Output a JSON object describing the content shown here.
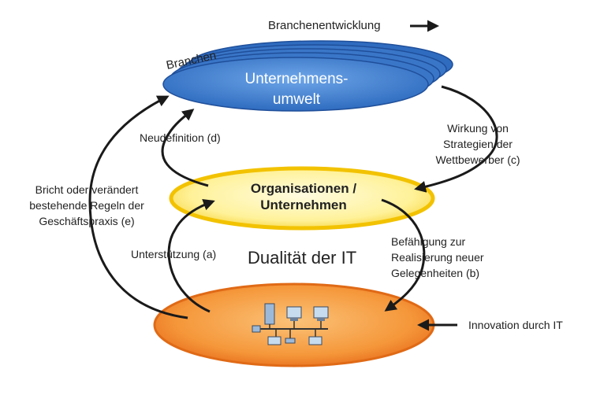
{
  "labels": {
    "industry_development": "Branchenentwicklung",
    "industries": "Branchen",
    "environment_line1": "Unternehmens-",
    "environment_line2": "umwelt",
    "redefinition": "Neudefinition (d)",
    "competitor_line1": "Wirkung von",
    "competitor_line2": "Strategien der",
    "competitor_line3": "Wettbewerber (c)",
    "breaks_line1": "Bricht oder verändert",
    "breaks_line2": "bestehende Regeln der",
    "breaks_line3": "Geschäftspraxis (e)",
    "org_line1": "Organisationen /",
    "org_line2": "Unternehmen",
    "support": "Unterstützung (a)",
    "duality": "Dualität der IT",
    "enable_line1": "Befähigung zur",
    "enable_line2": "Realisierung neuer",
    "enable_line3": "Gelegenheiten (b)",
    "innovation": "Innovation durch IT"
  },
  "colors": {
    "environment_fill": "#3f7fd0",
    "environment_edge": "#1f4f9a",
    "organisation_fill": "#fff3a0",
    "organisation_edge": "#f2c200",
    "it_fill": "#f7a040",
    "it_edge": "#e06a16",
    "arrow": "#1a1a1a"
  },
  "icons": [
    "computer-network-icon"
  ]
}
